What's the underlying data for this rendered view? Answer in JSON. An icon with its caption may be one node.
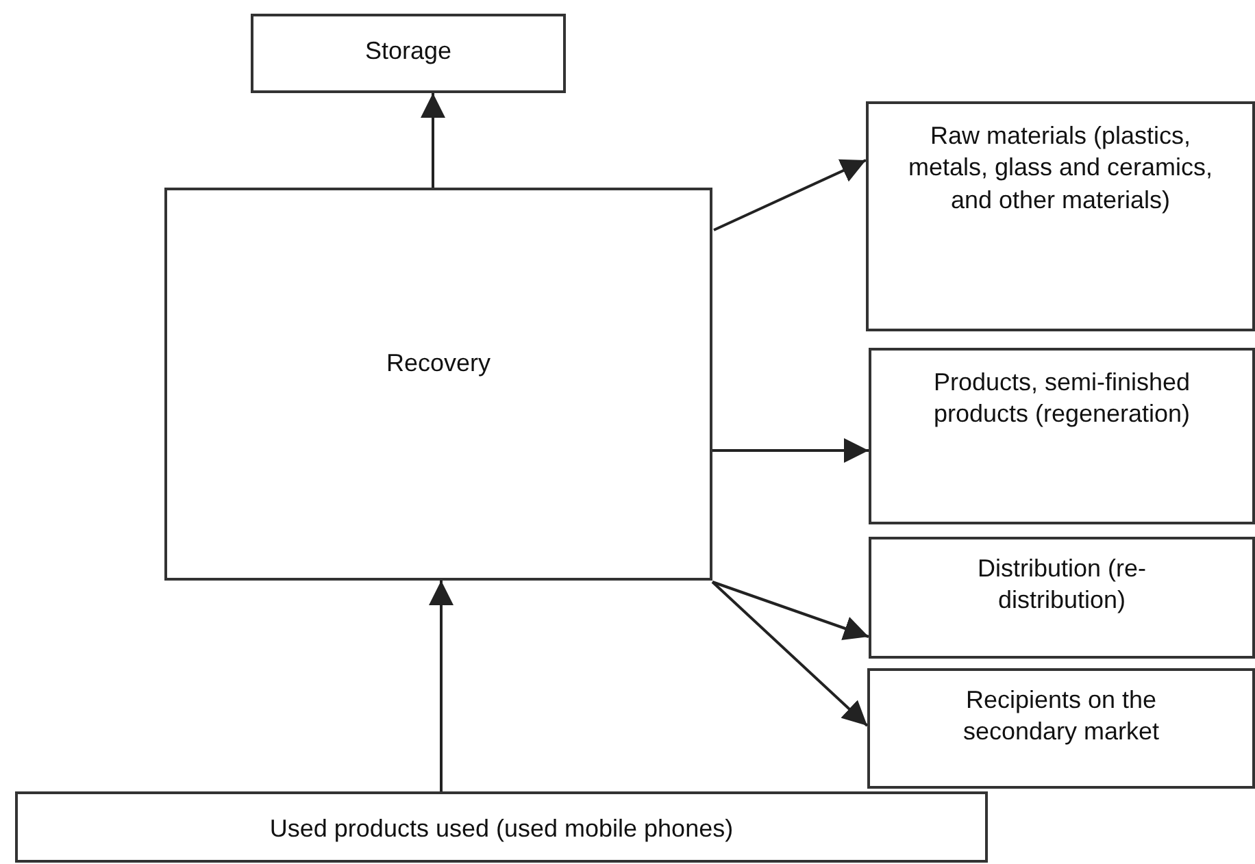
{
  "diagram": {
    "nodes": [
      {
        "text": [
          "Storage"
        ]
      },
      {
        "text": [
          "Recovery"
        ]
      },
      {
        "text": [
          "Raw materials (plastics, metals, glass and ceramics, and other materials)"
        ]
      },
      {
        "text": [
          "Products, semi-finished products (regeneration)"
        ]
      },
      {
        "text": [
          "Distribution (re-distribution)"
        ]
      },
      {
        "text": [
          "Recipients on the secondary market"
        ]
      },
      {
        "text": [
          "Used products used (used mobile phones)"
        ]
      }
    ],
    "edges": [
      {
        "from": 1,
        "to": 0,
        "arrow": "to"
      },
      {
        "from": 6,
        "to": 1,
        "arrow": "to"
      },
      {
        "from": 1,
        "to": 2,
        "arrow": "to"
      },
      {
        "from": 1,
        "to": 3,
        "arrow": "to"
      },
      {
        "from": 1,
        "to": 4,
        "arrow": "to"
      },
      {
        "from": 1,
        "to": 5,
        "arrow": "to"
      }
    ]
  }
}
